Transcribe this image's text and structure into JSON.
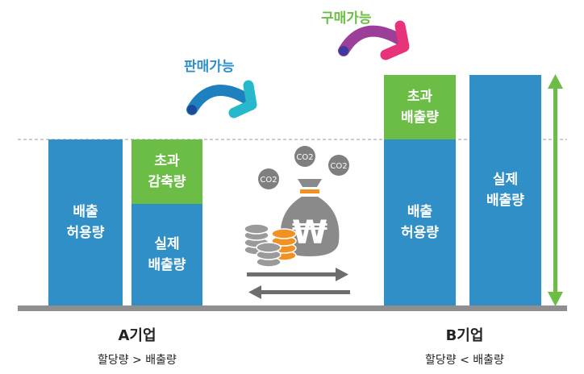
{
  "company_a": {
    "name": "A기업",
    "condition": "할당량 > 배출량",
    "bar_allowance": "배출\n허용량",
    "bar_excess_reduction": "초과\n감축량",
    "bar_actual": "실제\n배출량"
  },
  "company_b": {
    "name": "B기업",
    "condition": "할당량 < 배출량",
    "bar_excess_emission": "초과\n배출량",
    "bar_allowance": "배출\n허용량",
    "bar_actual": "실제\n배출량"
  },
  "sell_label": "판매가능",
  "buy_label": "구매가능",
  "co2_labels": [
    "CO2",
    "CO2",
    "CO2"
  ],
  "currency_symbol": "₩",
  "colors": {
    "blue": "#2f8fc6",
    "green": "#6cbd45",
    "sell_text": "#2f8fc6",
    "buy_text": "#6cbd45",
    "gray": "#8a8a8a",
    "orange": "#f29022"
  }
}
